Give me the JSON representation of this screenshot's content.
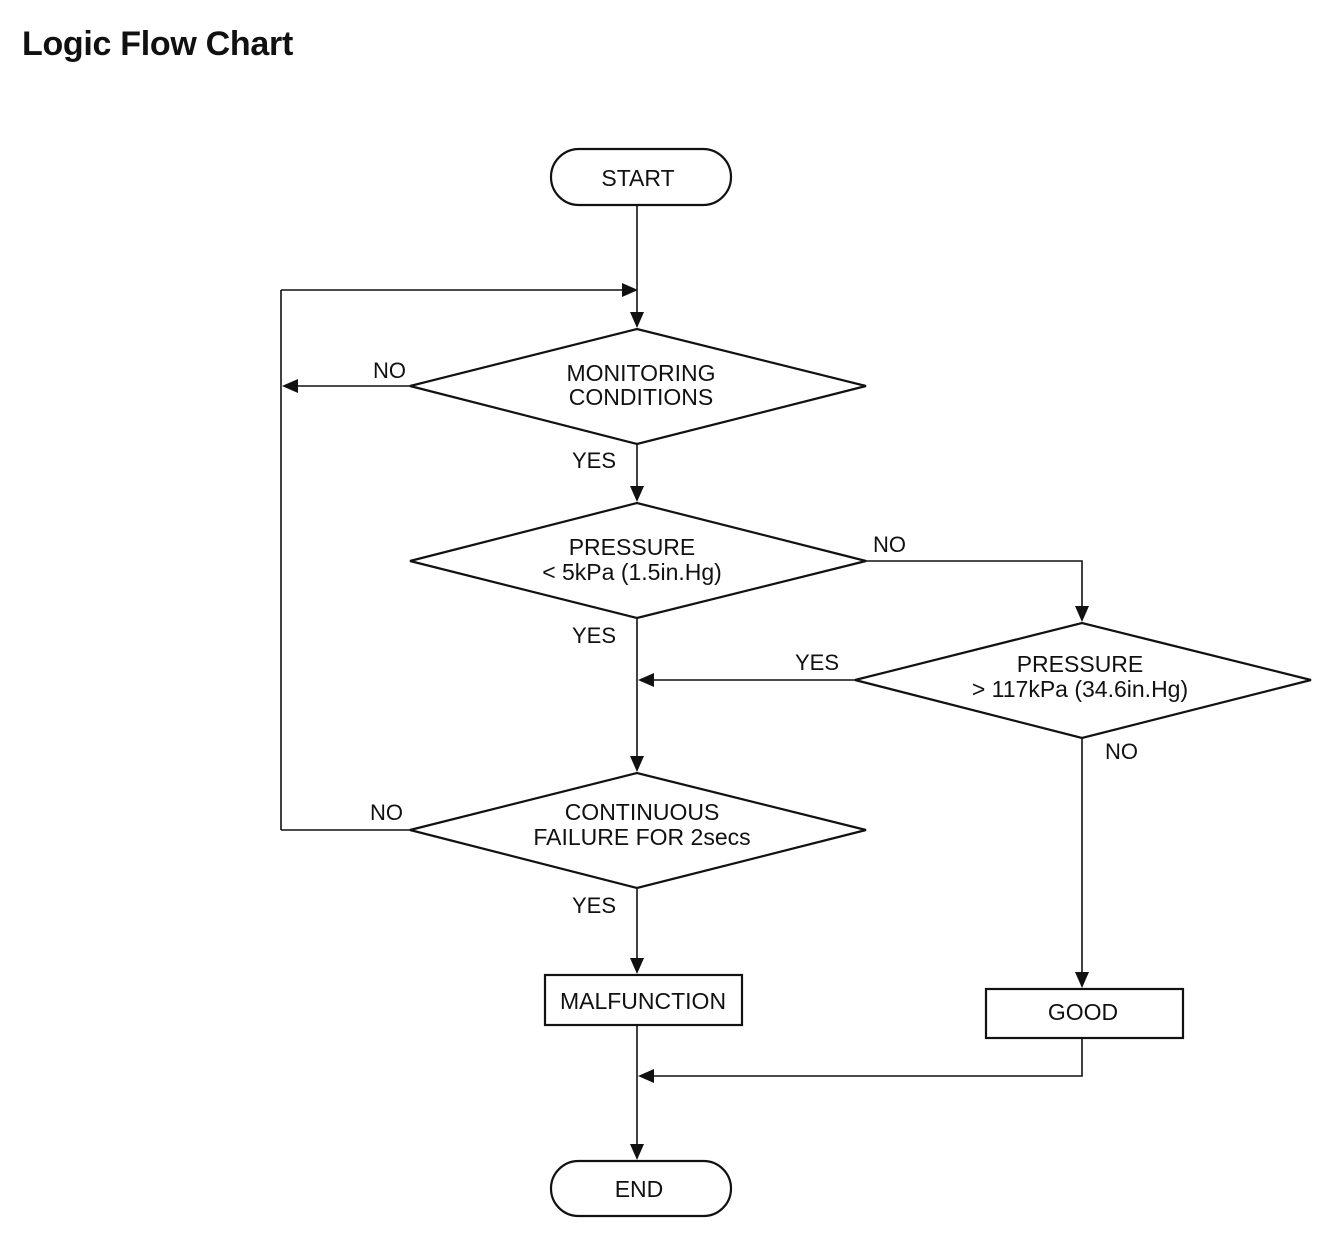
{
  "title": "Logic Flow Chart",
  "nodes": {
    "start": "START",
    "monitoring": [
      "MONITORING",
      "CONDITIONS"
    ],
    "pressure_low": [
      "PRESSURE",
      "< 5kPa (1.5in.Hg)"
    ],
    "pressure_high": [
      "PRESSURE",
      "> 117kPa (34.6in.Hg)"
    ],
    "continuous": [
      "CONTINUOUS",
      "FAILURE FOR 2secs"
    ],
    "malfunction": "MALFUNCTION",
    "good": "GOOD",
    "end": "END"
  },
  "edge_labels": {
    "monitoring_no": "NO",
    "monitoring_yes": "YES",
    "pressure_low_no": "NO",
    "pressure_low_yes": "YES",
    "pressure_high_yes": "YES",
    "pressure_high_no": "NO",
    "continuous_no": "NO",
    "continuous_yes": "YES"
  }
}
